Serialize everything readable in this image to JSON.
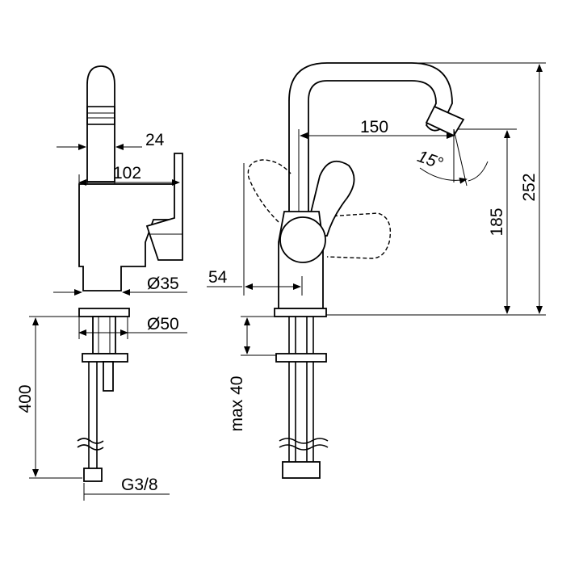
{
  "dimensions": {
    "d24": "24",
    "d102": "102",
    "d35": "Ø35",
    "d50": "Ø50",
    "d400": "400",
    "g38": "G3/8",
    "d150": "150",
    "angle": "15°",
    "d185": "185",
    "d252": "252",
    "d54": "54",
    "max40": "max 40"
  }
}
